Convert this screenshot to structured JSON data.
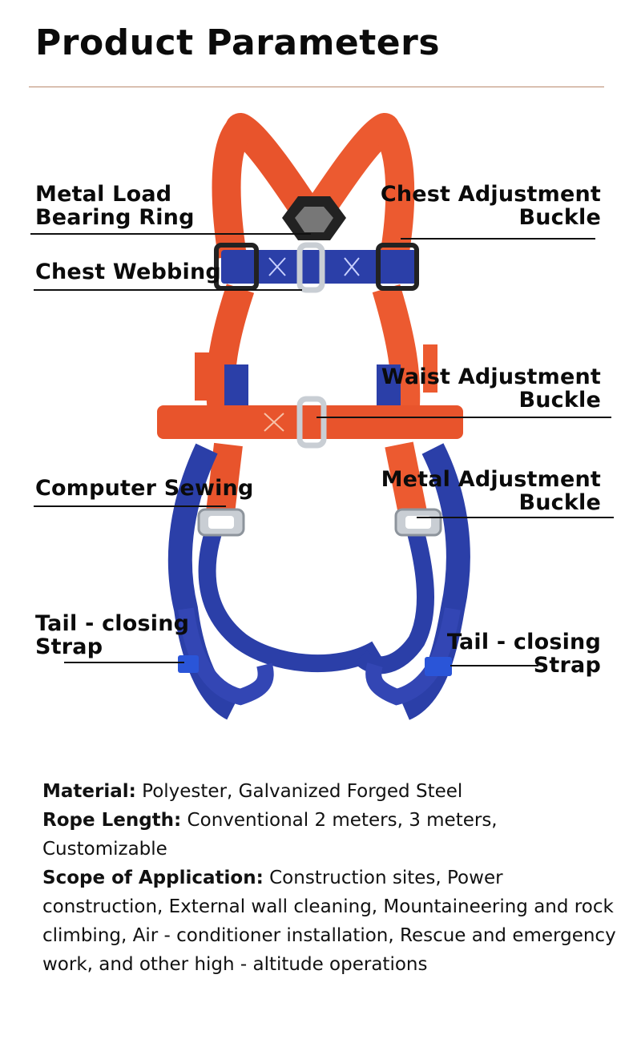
{
  "title": "Product Parameters",
  "labels": {
    "metal_ring": [
      "Metal Load",
      "Bearing Ring"
    ],
    "chest_webbing": [
      "Chest Webbing"
    ],
    "chest_buckle": [
      "Chest Adjustment",
      "Buckle"
    ],
    "waist_buckle": [
      "Waist Adjustment",
      "Buckle"
    ],
    "computer_sewing": [
      "Computer Sewing"
    ],
    "metal_buckle": [
      "Metal Adjustment",
      "Buckle"
    ],
    "tail_left": [
      "Tail - closing",
      "Strap"
    ],
    "tail_right": [
      "Tail - closing",
      "Strap"
    ]
  },
  "specs": {
    "material_label": "Material:",
    "material_value": " Polyester, Galvanized Forged Steel",
    "rope_label": "Rope Length:",
    "rope_value": " Conventional 2 meters, 3 meters, Customizable",
    "scope_label": "Scope of Application:",
    "scope_value": " Construction sites, Power construction, External wall cleaning, Mountaineering and rock climbing, Air - conditioner installation, Rescue and emergency work, and other high - altitude operations"
  },
  "colors": {
    "orange_webbing": "#e8542c",
    "blue_webbing": "#2b3fa8",
    "metal": "#c9ced4",
    "black_plastic": "#222222"
  }
}
